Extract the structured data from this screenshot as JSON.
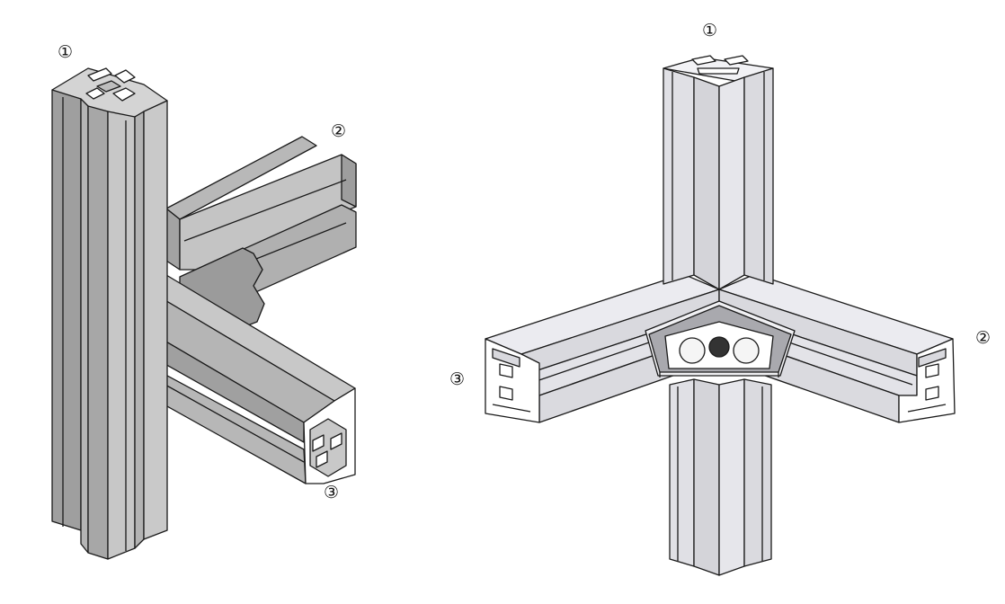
{
  "colors": {
    "left_dark": "#a3a3a3",
    "left_mid": "#b5b5b5",
    "left_light": "#cfcfcf",
    "right_light": "#ebebf0",
    "right_mid": "#d9d9de",
    "right_dark": "#bdbdc2",
    "section_fill": "#9b9b9b",
    "outline": "#1a1a1a"
  },
  "left_assembly": {
    "label_vertical": "①",
    "label_upper_arm": "②",
    "label_lower_arm": "③"
  },
  "right_assembly": {
    "label_vertical": "①",
    "label_right_arm": "②",
    "label_left_arm": "③"
  }
}
